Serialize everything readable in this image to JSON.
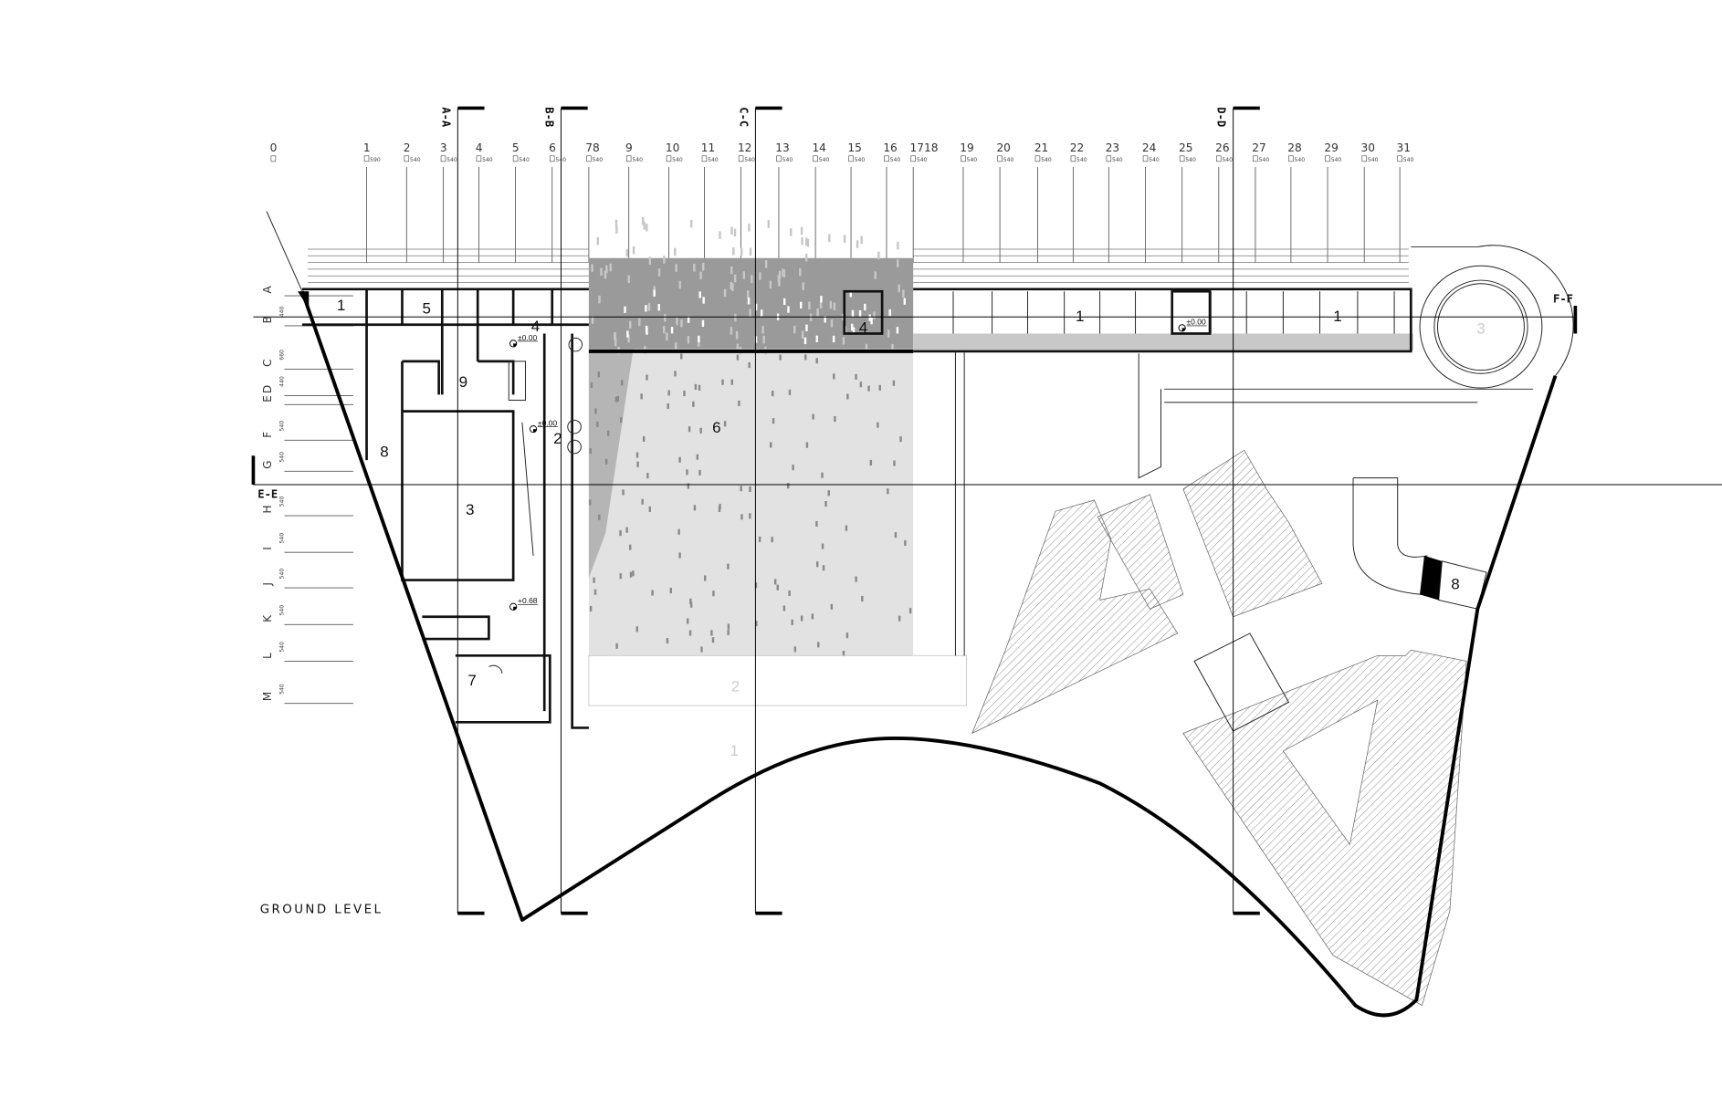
{
  "drawing_title": "GROUND LEVEL",
  "columns": [
    {
      "label": "0",
      "dim": ""
    },
    {
      "label": "1",
      "dim": "590"
    },
    {
      "label": "2",
      "dim": "540"
    },
    {
      "label": "3",
      "dim": "540"
    },
    {
      "label": "4",
      "dim": "540"
    },
    {
      "label": "5",
      "dim": "540"
    },
    {
      "label": "6",
      "dim": "540"
    },
    {
      "label": "78",
      "dim": "540"
    },
    {
      "label": "9",
      "dim": "540"
    },
    {
      "label": "10",
      "dim": "540"
    },
    {
      "label": "11",
      "dim": "540"
    },
    {
      "label": "12",
      "dim": "540"
    },
    {
      "label": "13",
      "dim": "540"
    },
    {
      "label": "14",
      "dim": "540"
    },
    {
      "label": "15",
      "dim": "540"
    },
    {
      "label": "16",
      "dim": "540"
    },
    {
      "label": "1718",
      "dim": "540"
    },
    {
      "label": "19",
      "dim": "540"
    },
    {
      "label": "20",
      "dim": "540"
    },
    {
      "label": "21",
      "dim": "540"
    },
    {
      "label": "22",
      "dim": "540"
    },
    {
      "label": "23",
      "dim": "540"
    },
    {
      "label": "24",
      "dim": "540"
    },
    {
      "label": "25",
      "dim": "540"
    },
    {
      "label": "26",
      "dim": "540"
    },
    {
      "label": "27",
      "dim": "540"
    },
    {
      "label": "28",
      "dim": "540"
    },
    {
      "label": "29",
      "dim": "540"
    },
    {
      "label": "30",
      "dim": "540"
    },
    {
      "label": "31",
      "dim": "540"
    }
  ],
  "rows": [
    {
      "label": "A",
      "dim": ""
    },
    {
      "label": "B",
      "dim": "440"
    },
    {
      "label": "C",
      "dim": "660"
    },
    {
      "label": "D",
      "dim": "440"
    },
    {
      "label": "E",
      "dim": ""
    },
    {
      "label": "F",
      "dim": "540"
    },
    {
      "label": "G",
      "dim": "540"
    },
    {
      "label": "H",
      "dim": "540"
    },
    {
      "label": "I",
      "dim": "540"
    },
    {
      "label": "J",
      "dim": "540"
    },
    {
      "label": "K",
      "dim": "540"
    },
    {
      "label": "L",
      "dim": "540"
    },
    {
      "label": "M",
      "dim": "540"
    }
  ],
  "sections": [
    "A-A",
    "B-B",
    "C-C",
    "D-D",
    "E-E",
    "F-F"
  ],
  "rooms": [
    "1",
    "5",
    "4",
    "4",
    "1",
    "1",
    "9",
    "8",
    "3",
    "2",
    "6",
    "7",
    "2",
    "1",
    "3",
    "8"
  ],
  "elevations": [
    "±0.00",
    "±0.00",
    "+0.68",
    "±0.00"
  ]
}
